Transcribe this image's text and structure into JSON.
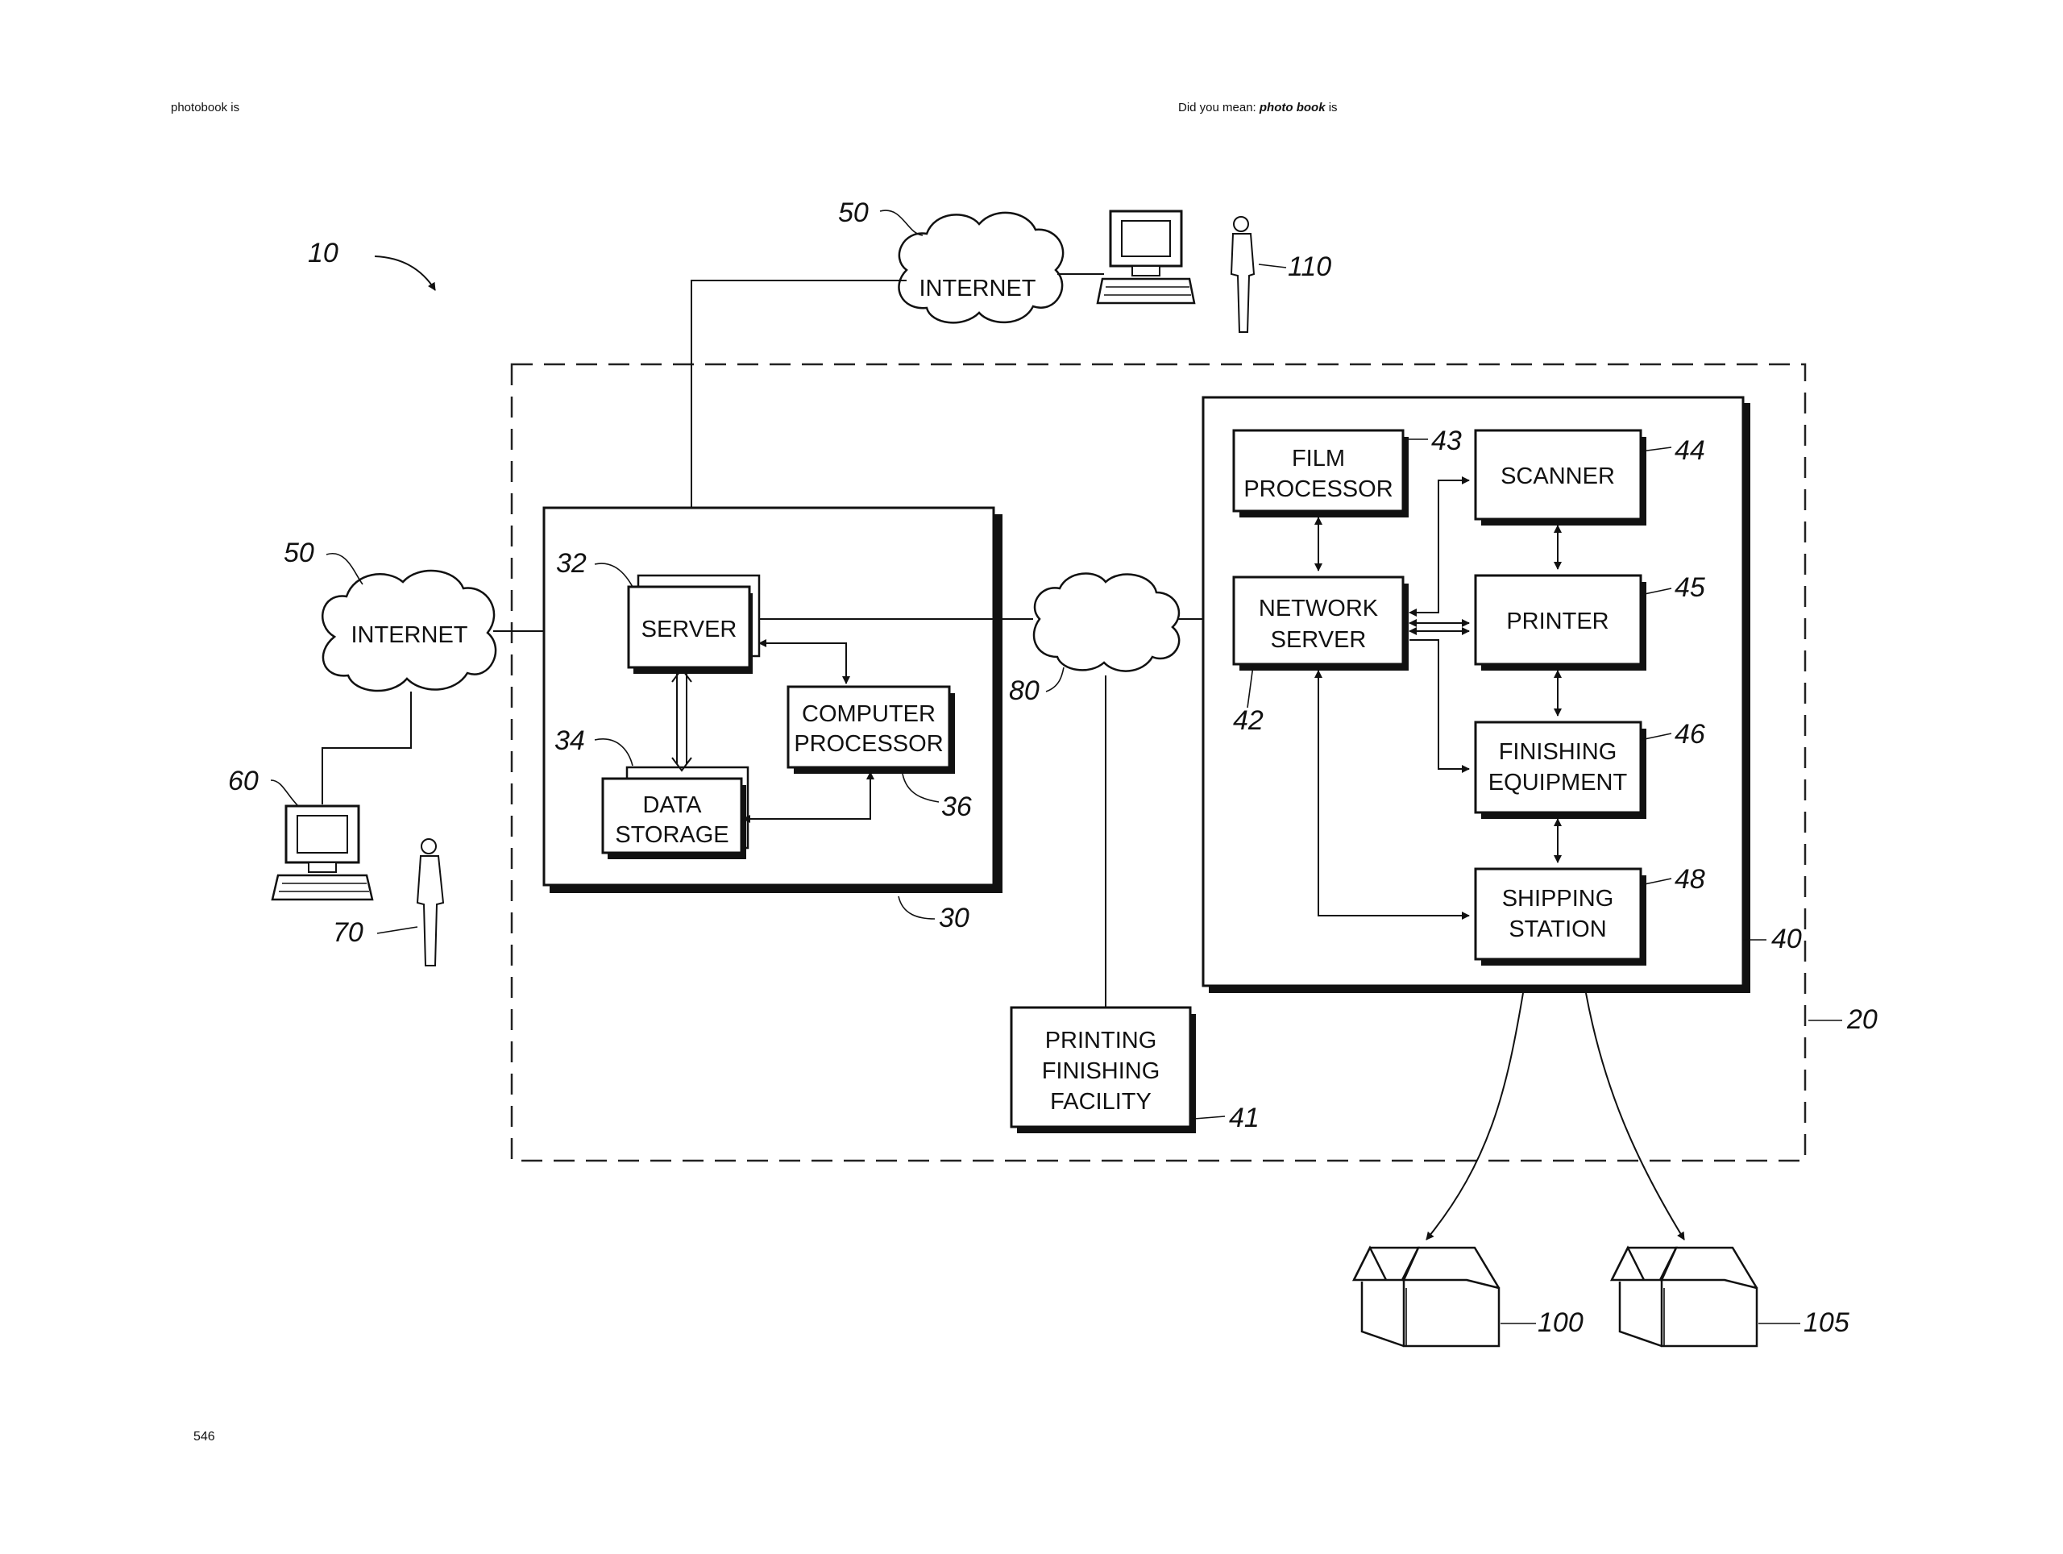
{
  "header": {
    "left": "photobook is",
    "right_prefix": "Did you mean:",
    "right_bold": "photo book",
    "right_suffix": "is"
  },
  "footer": {
    "page_number": "546"
  },
  "diagram": {
    "ref_system": "10",
    "ref_internet_top": "50",
    "ref_internet_left": "50",
    "ref_user_top": "110",
    "ref_computer": "60",
    "ref_user_left": "70",
    "ref_server": "32",
    "ref_storage": "34",
    "ref_processor": "36",
    "ref_host": "30",
    "ref_network": "80",
    "ref_net_server": "42",
    "ref_film": "43",
    "ref_scanner": "44",
    "ref_printer": "45",
    "ref_finishing": "46",
    "ref_shipping": "48",
    "ref_lab": "40",
    "ref_facility": "41",
    "ref_site": "20",
    "ref_dest_a": "100",
    "ref_dest_b": "105",
    "internet_label": "INTERNET",
    "server_label": "SERVER",
    "data_storage": [
      "DATA",
      "STORAGE"
    ],
    "computer_processor": [
      "COMPUTER",
      "PROCESSOR"
    ],
    "film_processor": [
      "FILM",
      "PROCESSOR"
    ],
    "network_server": [
      "NETWORK",
      "SERVER"
    ],
    "scanner": "SCANNER",
    "printer": "PRINTER",
    "finishing_equipment": [
      "FINISHING",
      "EQUIPMENT"
    ],
    "shipping_station": [
      "SHIPPING",
      "STATION"
    ],
    "printing_facility": [
      "PRINTING",
      "FINISHING",
      "FACILITY"
    ]
  }
}
